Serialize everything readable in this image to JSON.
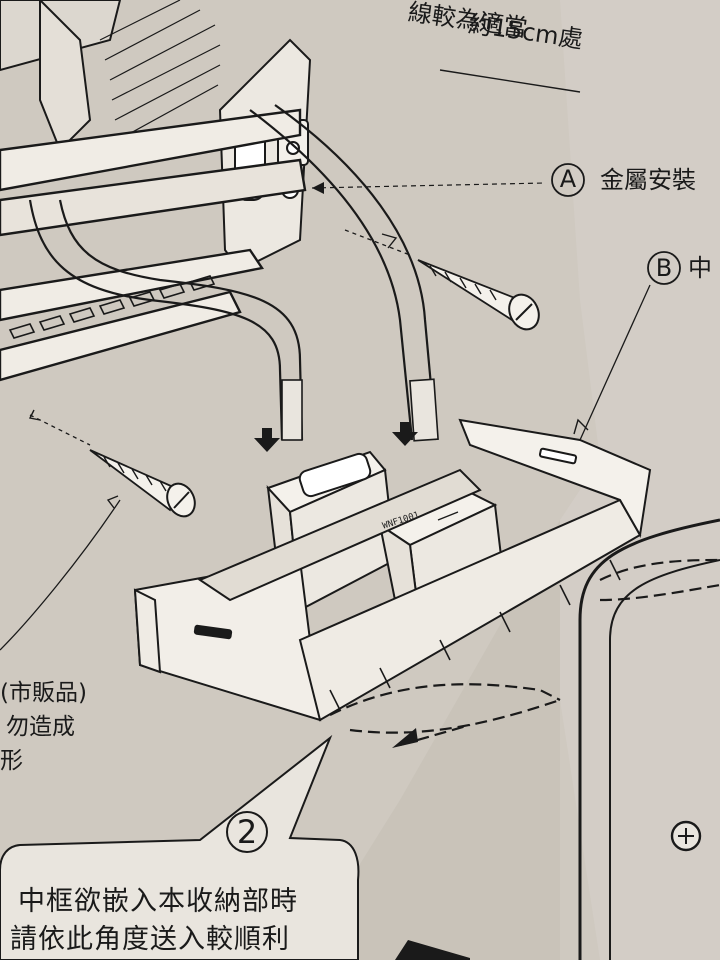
{
  "top_note": {
    "line1": "約15cm處",
    "line2": "線較為適當"
  },
  "label_a": {
    "letter": "A",
    "text": "金屬安裝"
  },
  "label_b": {
    "letter": "B",
    "text": "中"
  },
  "left_note": {
    "line1": "(市販品)",
    "line2": "勿造成",
    "line3": "形"
  },
  "step": {
    "number": "2",
    "line1": "中框欲嵌入本收納部時",
    "line2": "請依此角度送入較順利"
  },
  "component_model": "WNF1001",
  "colors": {
    "paper": "#cfc9c0",
    "line": "#1a1a1a",
    "shadow": "#b9b2a8"
  }
}
